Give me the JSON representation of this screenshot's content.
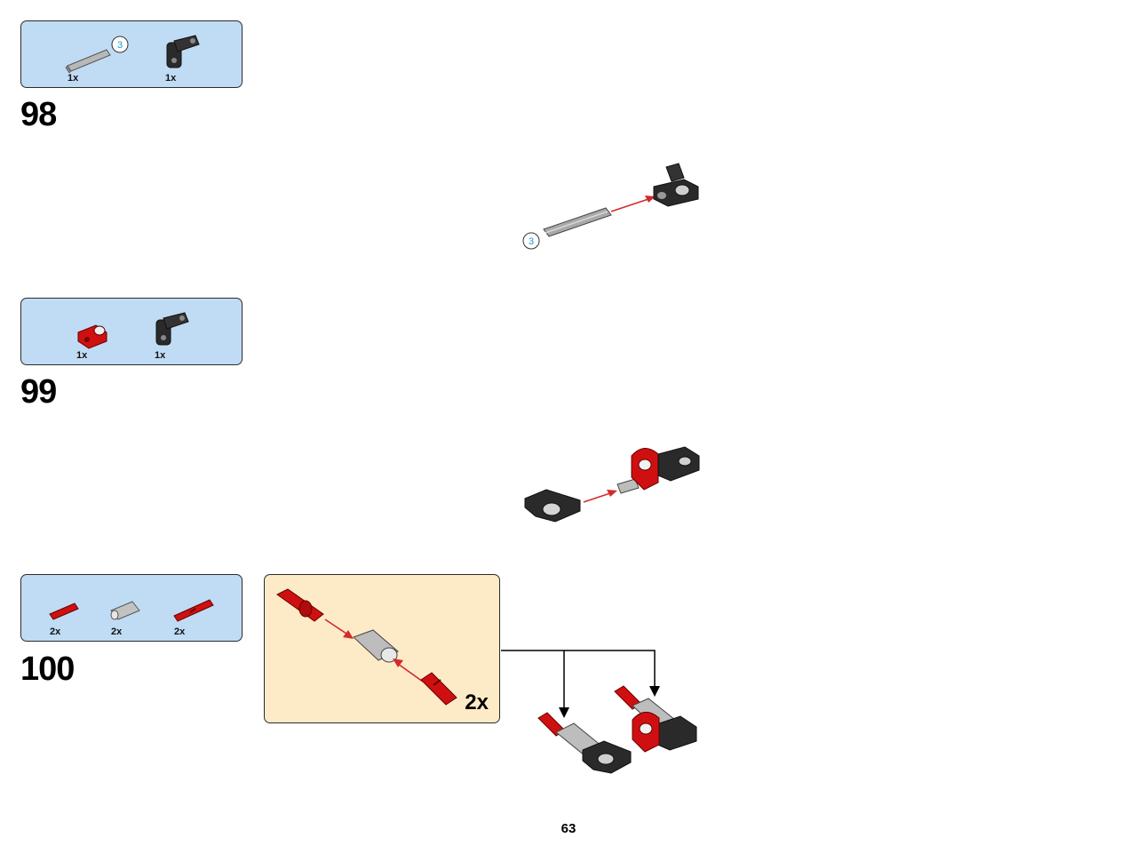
{
  "steps": [
    {
      "number": "98",
      "parts": [
        {
          "icon": "gray-axle-3-icon",
          "qty": "1x",
          "length_badge": "3"
        },
        {
          "icon": "black-axle-connector-icon",
          "qty": "1x"
        }
      ],
      "length_badge": "3"
    },
    {
      "number": "99",
      "parts": [
        {
          "icon": "red-connector-icon",
          "qty": "1x"
        },
        {
          "icon": "black-axle-connector-icon",
          "qty": "1x"
        }
      ]
    },
    {
      "number": "100",
      "parts": [
        {
          "icon": "red-axle-pin-icon",
          "qty": "2x"
        },
        {
          "icon": "gray-bush-icon",
          "qty": "2x"
        },
        {
          "icon": "red-axle-pin-long-icon",
          "qty": "2x"
        }
      ],
      "subassembly_multiplier": "2x"
    }
  ],
  "page_number": "63",
  "colors": {
    "parts_box": "#c0dcf4",
    "subassembly_box": "#fdebc8",
    "arrow_red": "#d42a2a",
    "brick_red": "#d01010",
    "brick_black": "#2a2a2a",
    "brick_gray": "#9a9a9a"
  }
}
